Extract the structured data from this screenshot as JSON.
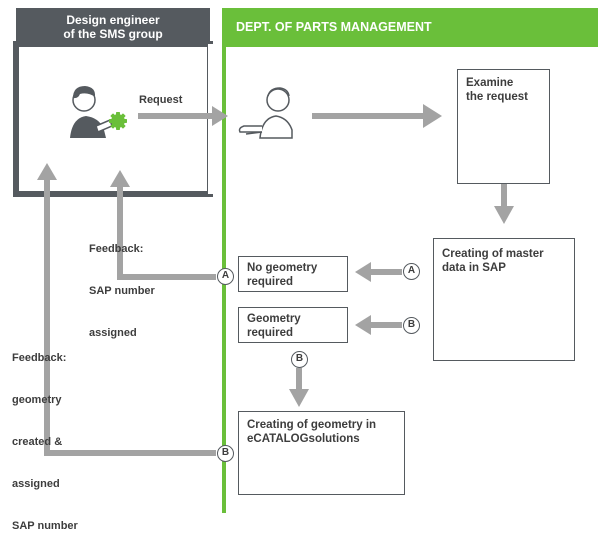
{
  "sms_section": {
    "title_lines": [
      "Design engineer",
      "of the SMS group"
    ]
  },
  "parts_section": {
    "title": "DEPT. OF PARTS MANAGEMENT"
  },
  "labels": {
    "request": "Request",
    "feedback_sap": [
      "Feedback:",
      "SAP number",
      "assigned"
    ],
    "feedback_geometry": [
      "Feedback:",
      "geometry",
      "created &",
      "assigned",
      "SAP number"
    ]
  },
  "boxes": {
    "examine": [
      "Examine",
      "the request"
    ],
    "master_data": [
      "Creating of master",
      "data in SAP"
    ],
    "no_geometry": [
      "No geometry",
      "required"
    ],
    "geometry_required": [
      "Geometry",
      "required"
    ],
    "create_geometry": [
      "Creating of geometry in",
      "eCATALOGsolutions"
    ]
  },
  "markers": {
    "a": "A",
    "b": "B"
  },
  "colors": {
    "green": "#6abf3a",
    "dark_gray": "#555a5f",
    "arrow_gray": "#a3a3a3",
    "text": "#3d3d3d"
  }
}
